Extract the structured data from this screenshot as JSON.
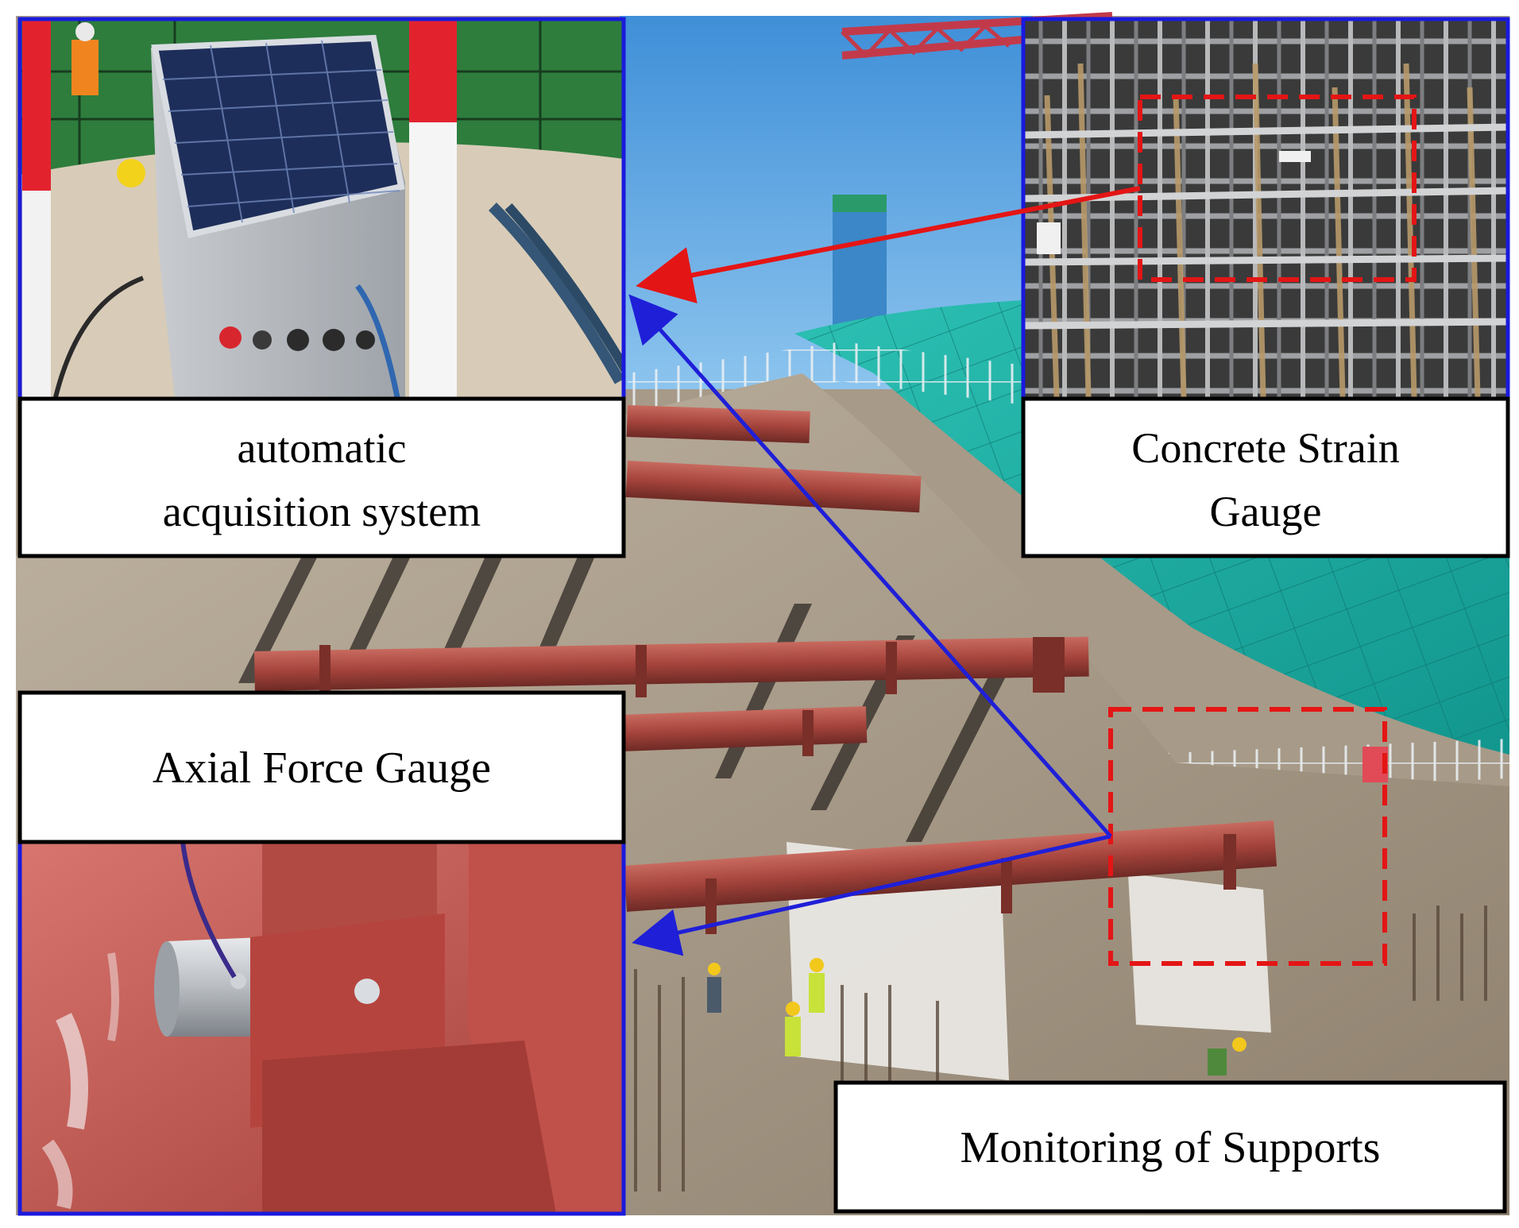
{
  "figure": {
    "labels": {
      "acquisition_line1": "automatic",
      "acquisition_line2": "acquisition system",
      "strain_line1": "Concrete Strain",
      "strain_line2": "Gauge",
      "axial": "Axial Force Gauge",
      "supports": "Monitoring of Supports"
    },
    "colors": {
      "frame_border": "#1a1adc",
      "arrow_blue": "#1f1fd8",
      "arrow_red": "#e41515",
      "highlight_dashed": "#e41515",
      "sky": "#4d9fe0",
      "safety_net": "#1fb3a8",
      "support_pipe": "#a5443c",
      "concrete": "#a89a86",
      "label_border": "#000000",
      "label_fill": "#ffffff"
    }
  }
}
